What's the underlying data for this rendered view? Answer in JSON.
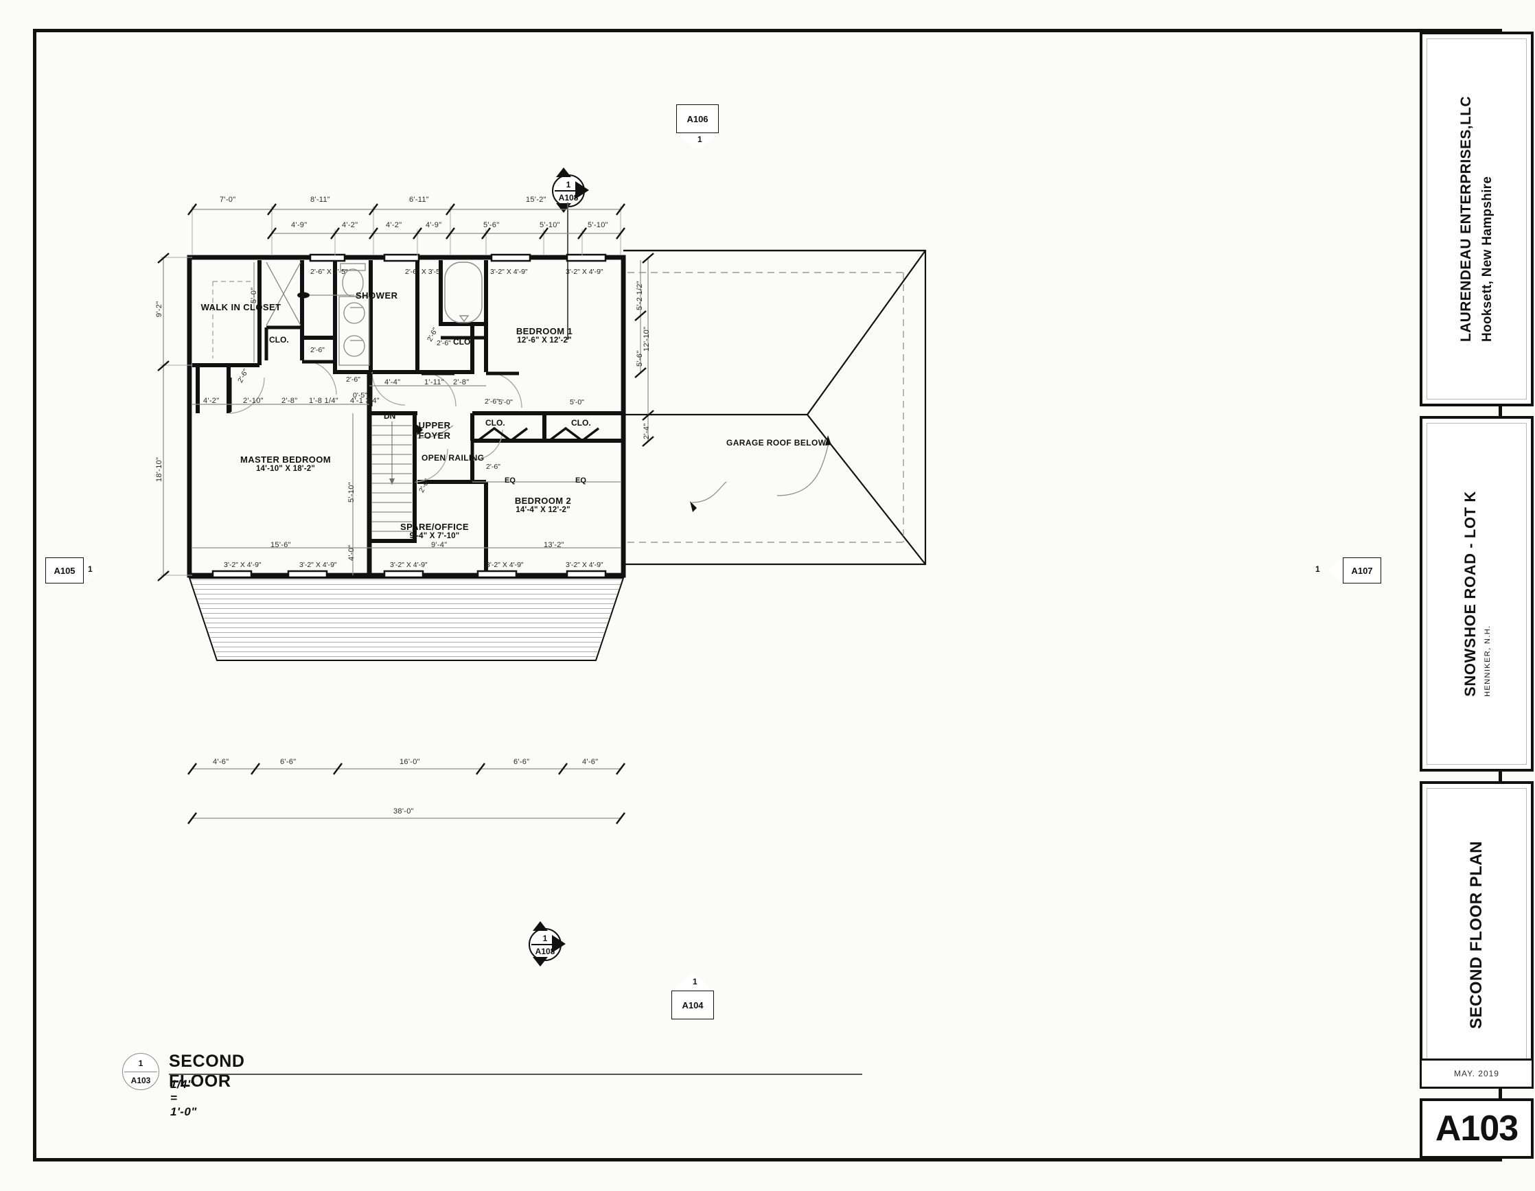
{
  "sheet": {
    "number": "A103",
    "date": "MAY. 2019",
    "sheet_title": "SECOND FLOOR PLAN"
  },
  "titleblock": {
    "company_name": "LAURENDEAU ENTERPRISES,LLC",
    "company_city": "Hooksett, New Hampshire",
    "project_name": "SNOWSHOE ROAD - LOT K",
    "project_city": "HENNIKER, N.H."
  },
  "drawing_title": {
    "name": "SECOND FLOOR",
    "scale": "1/4\" = 1'-0\"",
    "bubble_number": "1",
    "bubble_sheet": "A103"
  },
  "markers": {
    "section_top": {
      "number": "1",
      "sheet": "A108"
    },
    "section_bottom": {
      "number": "1",
      "sheet": "A108"
    },
    "elev_top": {
      "sheet": "A106",
      "number": "1"
    },
    "elev_bottom": {
      "sheet": "A104",
      "number": "1"
    },
    "elev_left": {
      "sheet": "A105",
      "number": "1"
    },
    "elev_right": {
      "sheet": "A107",
      "number": "1"
    }
  },
  "rooms": [
    {
      "name": "WALK IN CLOSET",
      "dims": ""
    },
    {
      "name": "MASTER BEDROOM",
      "dims": "14'-10\" X 18'-2\""
    },
    {
      "name": "BEDROOM 1",
      "dims": "12'-6\" X 12'-2\""
    },
    {
      "name": "BEDROOM 2",
      "dims": "14'-4\" X 12'-2\""
    },
    {
      "name": "SPARE/OFFICE",
      "dims": "9'-4\" X 7'-10\""
    },
    {
      "name": "UPPER",
      "dims": "FOYER"
    }
  ],
  "labels": {
    "shower": "SHOWER",
    "clo": "CLO.",
    "dn": "DN",
    "open_railing": "OPEN RAILING",
    "garage_roof": "GARAGE ROOF BELOW",
    "eq": "EQ"
  },
  "dimensions": {
    "top_row1": [
      "7'-0\"",
      "8'-11\"",
      "6'-11\"",
      "15'-2\""
    ],
    "top_row2": [
      "4'-9\"",
      "4'-2\"",
      "4'-2\"",
      "4'-9\"",
      "5'-6\"",
      "5'-10\"",
      "5'-10\""
    ],
    "left": [
      "9'-2\"",
      "18'-10\""
    ],
    "right": [
      "12'-10\"",
      "2'-4\""
    ],
    "interior_right": [
      "5'-2 1/2\"",
      "5'-6\""
    ],
    "interior_wic": "5'-0\"",
    "interior_mid_row": [
      "4'-2\"",
      "2'-10\"",
      "2'-8\"",
      "1'-8 1/4\"",
      "4'-1 3/4\""
    ],
    "interior_mid_row2": [
      "4'-4\"",
      "1'-11\"",
      "2'-8\""
    ],
    "stair_left": [
      "5'-10\"",
      "4'-0\""
    ],
    "bottom_rooms": [
      "15'-6\"",
      "9'-4\"",
      "13'-2\""
    ],
    "roof_bottom": [
      "4'-6\"",
      "6'-6\"",
      "16'-0\"",
      "6'-6\"",
      "4'-6\""
    ],
    "overall_bottom": "38'-0\""
  },
  "windows": {
    "bath_small_a": "2'-6\" X 3'-5\"",
    "bath_small_b": "2'-6\" X 3'-5\"",
    "bed1_a": "3'-2\" X 4'-9\"",
    "bed1_b": "3'-2\" X 4'-9\"",
    "bottom": [
      "3'-2\" X 4'-9\"",
      "3'-2\" X 4'-9\"",
      "3'-2\" X 4'-9\"",
      "3'-2\" X 4'-9\"",
      "3'-2\" X 4'-9\""
    ]
  },
  "doors": {
    "wic": "2'-6\"",
    "clo_master": "2'-6\"",
    "bath_a": "2'-6\"",
    "bath_b": "0'-5\"",
    "bed1_clo": "2'-6\"",
    "bed1": "2'-6\"",
    "bed2": "2'-6\"",
    "office": "2'-6\"",
    "bifold_a": "5'-0\"",
    "bifold_b": "5'-0\""
  },
  "colors": {
    "ink": "#111111",
    "dim": "#8d8d8d",
    "paper": "#fbfbfa"
  }
}
